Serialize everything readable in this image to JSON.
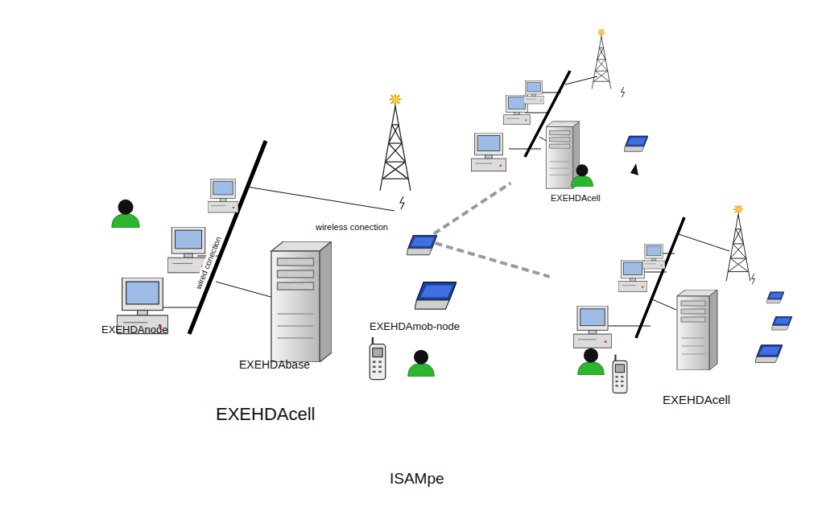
{
  "diagram": {
    "nodes": [
      {
        "text": [
          "ISAMpe"
        ]
      },
      {
        "text": [
          "EXEHDAcell"
        ],
        "in": 0
      },
      {
        "text": [
          "EXEHDAbase"
        ],
        "in": 1
      },
      {
        "text": [
          "EXEHDAcell"
        ],
        "in": 0
      },
      {
        "text": [
          "EXEHDAcell"
        ],
        "in": 0
      }
    ],
    "edges": [
      {
        "from": 1,
        "to": 3,
        "arrow": "none"
      },
      {
        "from": 1,
        "to": 4,
        "arrow": "none"
      }
    ],
    "labels": [
      "wired conection",
      "wireless conection",
      "EXEHDAnode",
      "EXEHDAmob-node"
    ]
  }
}
